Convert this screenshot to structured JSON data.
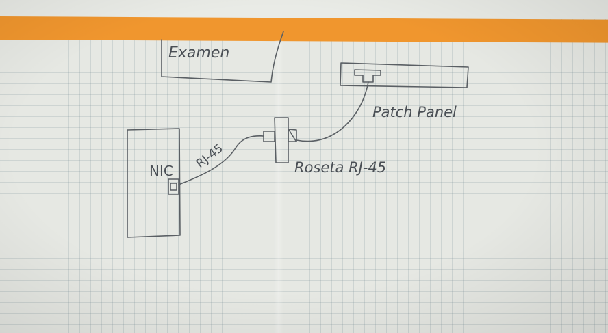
{
  "colors": {
    "orange": "#f0962e",
    "ink": "#5a5f64",
    "paper": "#e6e8e3"
  },
  "labels": {
    "exam": "Examen",
    "patch_panel": "Patch Panel",
    "wall_outlet": "Roseta RJ-45",
    "nic": "NIC",
    "cable": "RJ-45"
  }
}
